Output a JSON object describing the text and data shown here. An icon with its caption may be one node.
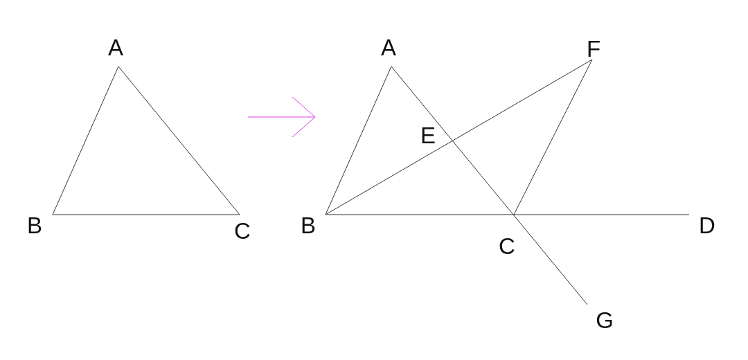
{
  "diagram": {
    "labels": [
      "A",
      "B",
      "C",
      "A",
      "F",
      "E",
      "B",
      "C",
      "D",
      "G"
    ]
  }
}
